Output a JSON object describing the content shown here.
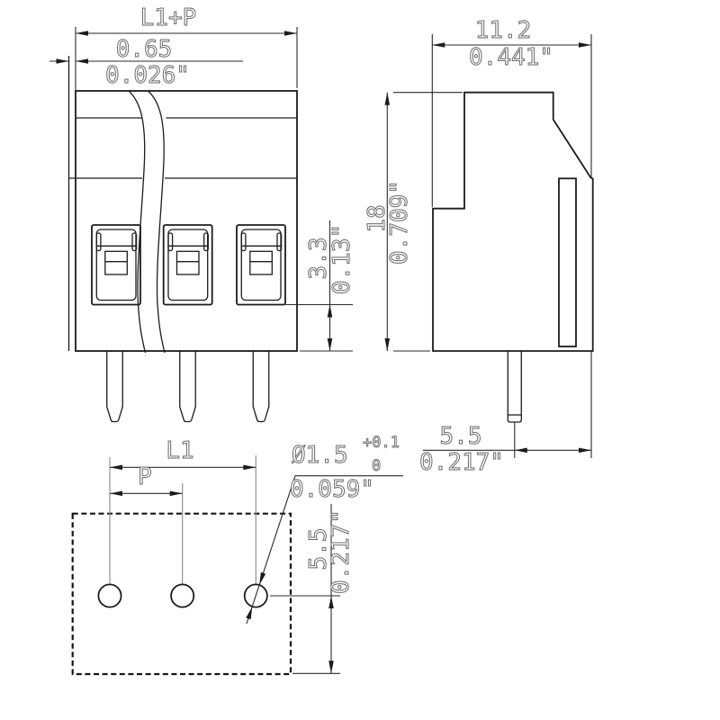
{
  "drawing_type": "technical-dimension-drawing",
  "component": "pcb-screw-terminal-block-3pole",
  "colors": {
    "background": "#ffffff",
    "outline": "#1c1c1c",
    "dimension_text": "#6a6a6a",
    "extension_line_gray": "#949494"
  },
  "views": {
    "front": {
      "dim_overall_width": "L1+P",
      "dim_wall_mm": "0.65",
      "dim_wall_in": "0.026\"",
      "dim_clamp_mm": "3.3",
      "dim_clamp_in": "0.13\""
    },
    "side": {
      "dim_depth_mm": "11.2",
      "dim_depth_in": "0.441\"",
      "dim_height_mm": "18",
      "dim_height_in": "0.709\"",
      "dim_pin_offset_mm": "5.5",
      "dim_pin_offset_in": "0.217\""
    },
    "footprint": {
      "dim_span": "L1",
      "dim_pitch": "P",
      "hole_diameter_mm": "Ø1.5",
      "hole_tol_upper": "+0.1",
      "hole_tol_lower": "0",
      "hole_diameter_in": "0.059\"",
      "dim_row_offset_mm": "5.5",
      "dim_row_offset_in": "0.217\""
    }
  }
}
